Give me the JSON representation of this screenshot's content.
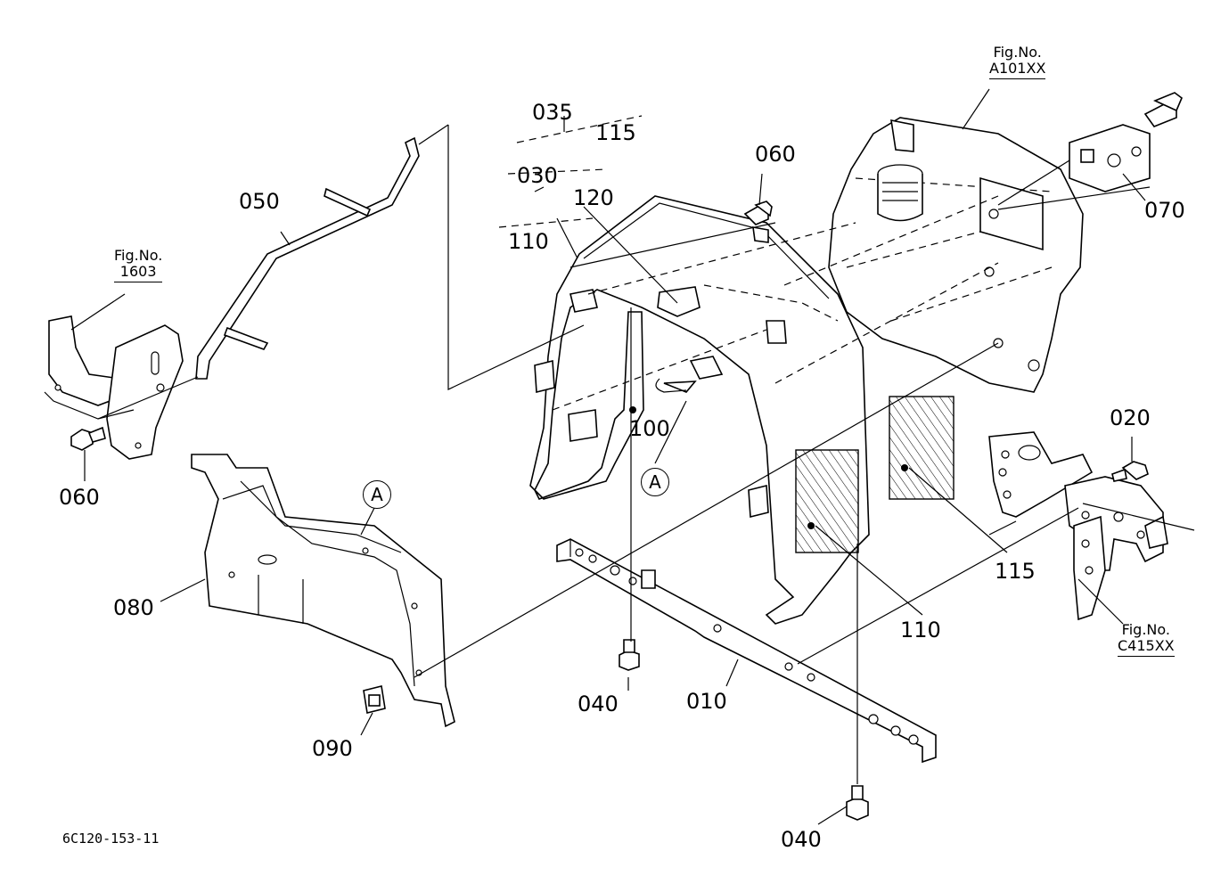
{
  "diagram": {
    "part_labels": {
      "p035": "035",
      "p115_top": "115",
      "p030": "030",
      "p120": "120",
      "p110_top": "110",
      "p050": "050",
      "p060_top": "060",
      "p060_left": "060",
      "p070": "070",
      "p100": "100",
      "p020": "020",
      "p115_right": "115",
      "p110_bottom": "110",
      "p080": "080",
      "p040_center": "040",
      "p010": "010",
      "p090": "090",
      "p040_bottom": "040"
    },
    "figure_refs": {
      "fig_1603": {
        "head": "Fig.No.",
        "num": "1603"
      },
      "fig_a101": {
        "head": "Fig.No.",
        "num": "A101XX"
      },
      "fig_c415": {
        "head": "Fig.No.",
        "num": "C415XX"
      }
    },
    "callouts": {
      "a_left": "A",
      "a_center": "A"
    },
    "document_code": "6C120-153-11"
  }
}
